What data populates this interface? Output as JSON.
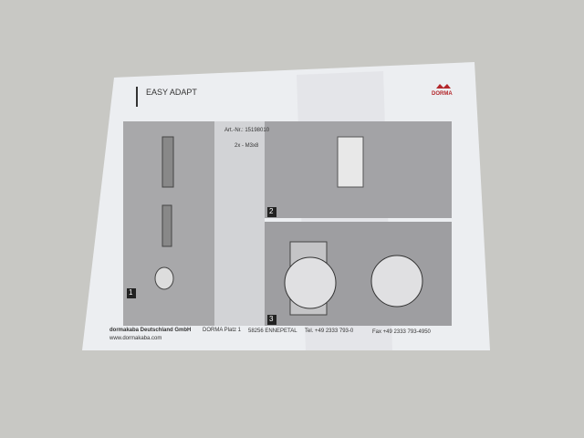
{
  "leaflet": {
    "title": "EASY ADAPT",
    "brand_logo": "DORMA",
    "article_number": "Art.-Nr.: 15198010",
    "screws": "2x - M3x8",
    "steps": [
      "1",
      "2",
      "3"
    ],
    "footer": {
      "company": "dormakaba Deutschland GmbH",
      "address": "DORMA Platz 1",
      "city": "58256 ENNEPETAL",
      "phone": "Tel. +49 2333 793-0",
      "fax": "Fax +49 2333 793-4950",
      "website": "www.dormakaba.com"
    }
  },
  "colors": {
    "background": "#c8c8c4",
    "paper": "#ecedf0",
    "panel": "#a9a9ab",
    "logo": "#b3262a"
  }
}
